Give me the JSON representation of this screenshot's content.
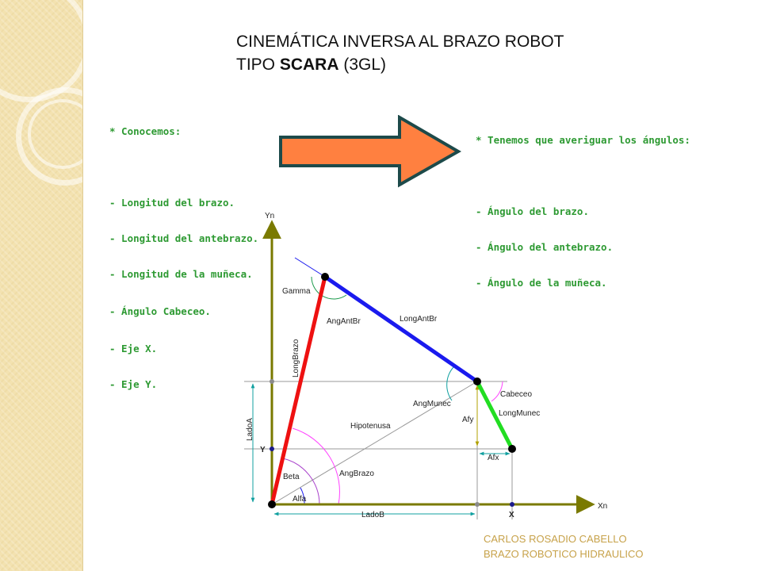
{
  "title": {
    "line1": "CINEMÁTICA INVERSA AL BRAZO ROBOT",
    "line2_prefix": "TIPO ",
    "line2_bold": "SCARA",
    "line2_suffix": " (3GL)"
  },
  "known": {
    "heading": "* Conocemos:",
    "items": [
      "- Longitud del brazo.",
      "- Longitud del antebrazo.",
      "- Longitud de la muñeca.",
      "- Ángulo Cabeceo.",
      "- Eje X.",
      "- Eje Y."
    ]
  },
  "unknown": {
    "heading": "* Tenemos que averiguar los ángulos:",
    "items": [
      "- Ángulo del brazo.",
      "- Ángulo del antebrazo.",
      "- Ángulo de la muñeca."
    ]
  },
  "diagram": {
    "labels": {
      "yn": "Yn",
      "xn": "Xn",
      "gamma": "Gamma",
      "ang_ant_br": "AngAntBr",
      "long_ant_br": "LongAntBr",
      "long_brazo": "LongBrazo",
      "cabeceo": "Cabeceo",
      "ang_munec": "AngMunec",
      "long_munec": "LongMunec",
      "afy": "Afy",
      "afx": "Afx",
      "hipotenusa": "Hipotenusa",
      "lado_a": "LadoA",
      "lado_b": "LadoB",
      "y": "Y",
      "x": "X",
      "beta": "Beta",
      "ang_brazo": "AngBrazo",
      "alfa": "Alfa"
    },
    "colors": {
      "axis": "#7a7a00",
      "arm": "#ee1111",
      "forearm": "#1a1aee",
      "wrist": "#22dd22",
      "guide": "#9a9a9a",
      "dim": "#11a0a0",
      "arrow_fill": "#ff8040",
      "arrow_stroke": "#1d4a4a"
    }
  },
  "footer": {
    "line1": "CARLOS ROSADIO CABELLO",
    "line2": "BRAZO ROBOTICO HIDRAULICO"
  }
}
